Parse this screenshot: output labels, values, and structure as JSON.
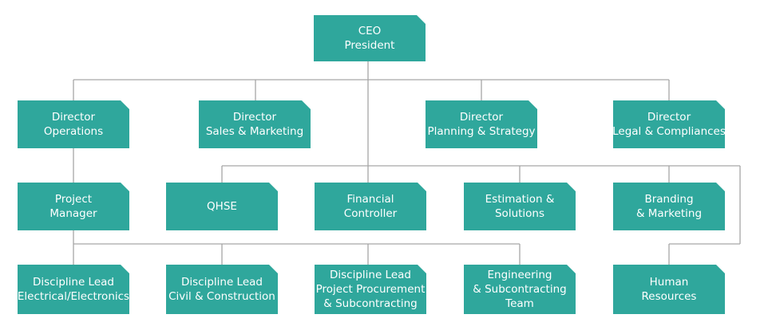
{
  "colors": {
    "node_fill": "#2fa79c",
    "node_text": "#ffffff",
    "connector": "#a6a6a6",
    "background": "#ffffff"
  },
  "nodes": {
    "ceo": [
      "CEO",
      "President"
    ],
    "dir_operations": [
      "Director",
      "Operations"
    ],
    "dir_sales": [
      "Director",
      "Sales & Marketing"
    ],
    "dir_planning": [
      "Director",
      "Planning & Strategy"
    ],
    "dir_legal": [
      "Director",
      "Legal & Compliances"
    ],
    "project_manager": [
      "Project",
      "Manager"
    ],
    "qhse": [
      "QHSE"
    ],
    "financial_controller": [
      "Financial",
      "Controller"
    ],
    "estimation": [
      "Estimation &",
      "Solutions"
    ],
    "branding": [
      "Branding",
      "& Marketing"
    ],
    "lead_electrical": [
      "Discipline Lead",
      "Electrical/Electronics"
    ],
    "lead_civil": [
      "Discipline Lead",
      "Civil & Construction"
    ],
    "lead_procurement": [
      "Discipline Lead",
      "Project Procurement",
      "& Subcontracting"
    ],
    "engineering": [
      "Engineering",
      "& Subcontracting",
      "Team"
    ],
    "human_resources": [
      "Human",
      "Resources"
    ]
  }
}
